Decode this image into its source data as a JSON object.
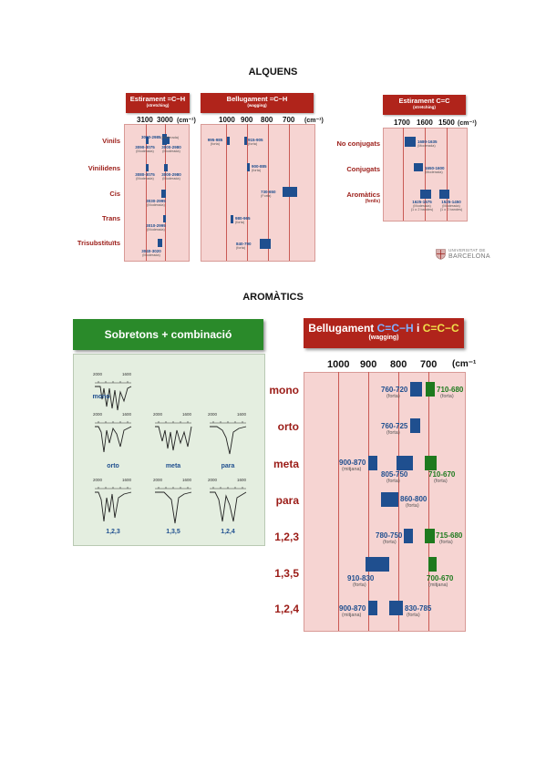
{
  "alquens": {
    "title": "ALQUENS",
    "panel1": {
      "header": "Estirament =C−H",
      "sub": "(stretching)",
      "ticks": [
        "3100",
        "3000",
        "(cm⁻¹)"
      ]
    },
    "panel2": {
      "header": "Bellugament =C−H",
      "sub": "(wagging)",
      "ticks": [
        "1000",
        "900",
        "800",
        "700",
        "(cm⁻¹)"
      ]
    },
    "panel3": {
      "header": "Estirament C=C",
      "sub": "(stretching)",
      "ticks": [
        "1700",
        "1600",
        "1500",
        "(cm⁻¹)"
      ]
    },
    "rows": [
      "Vinils",
      "Vinilidens",
      "Cis",
      "Trans",
      "Trisubstituïts"
    ],
    "cc_rows": [
      "No conjugats",
      "Conjugats",
      "Aromàtics",
      "(fenils)"
    ],
    "stretch": [
      {
        "v": "3020-2985",
        "s": "(Moderada)"
      },
      {
        "v": "3090-3075",
        "s": "(Moderada)"
      },
      {
        "v": "3000-2980",
        "s": "(Moderada)"
      },
      {
        "v": "3080-3075",
        "s": "(Moderada)"
      },
      {
        "v": "3000-2980",
        "s": "(Moderada)"
      },
      {
        "v": "3030-2995",
        "s": "(Moderada)"
      },
      {
        "v": "3010-2995",
        "s": "(Moderada)"
      },
      {
        "v": "3040-3020",
        "s": "(Moderada)"
      }
    ],
    "wag": [
      {
        "v": "995-985",
        "s": "(forta)"
      },
      {
        "v": "915-905",
        "s": "(forta)"
      },
      {
        "v": "900-885",
        "s": "(forta)"
      },
      {
        "v": "730-650",
        "s": "(Forta)"
      },
      {
        "v": "980-965",
        "s": "(forta)"
      },
      {
        "v": "840-790",
        "s": "(forta)"
      }
    ],
    "cc": [
      {
        "v": "1680-1635",
        "s": "(Moderada)"
      },
      {
        "v": "1650-1600",
        "s": "(Moderada)"
      },
      {
        "v": "1625-1575",
        "s": "(Moderada)"
      },
      {
        "v": "(1 o 2 bandes)",
        "s": ""
      },
      {
        "v": "1525-1450",
        "s": "(Moderada)"
      },
      {
        "v": "(1 o 2 bandes)",
        "s": ""
      }
    ],
    "logo": {
      "line1": "UNIVERSITAT DE",
      "line2": "BARCELONA"
    }
  },
  "aromatics": {
    "title": "AROMÀTICS",
    "sobretons": {
      "header": "Sobretons + combinació",
      "axis_left": "2000",
      "axis_right": "1600",
      "labels": [
        "mono",
        "orto",
        "meta",
        "para",
        "1,2,3",
        "1,3,5",
        "1,2,4"
      ]
    },
    "bellugament": {
      "h_word": "Bellugament",
      "h_cch": "C=C−H",
      "h_i": "i",
      "h_ccc": "C=C−C",
      "sub": "(wagging)",
      "ticks": [
        "1000",
        "900",
        "800",
        "700",
        "(cm⁻¹"
      ],
      "rows": [
        "mono",
        "orto",
        "meta",
        "para",
        "1,2,3",
        "1,3,5",
        "1,2,4"
      ],
      "labels": [
        {
          "v": "760-720",
          "s": "(forta)"
        },
        {
          "v": "710-680",
          "s": "(forta)"
        },
        {
          "v": "760-725",
          "s": "(forta)"
        },
        {
          "v": "900-870",
          "s": "(mitjana)"
        },
        {
          "v": "805-750",
          "s": "(forta)"
        },
        {
          "v": "710-670",
          "s": "(forta)"
        },
        {
          "v": "860-800",
          "s": "(forta)"
        },
        {
          "v": "780-750",
          "s": "(forta)"
        },
        {
          "v": "715-680",
          "s": "(forta)"
        },
        {
          "v": "910-830",
          "s": "(forta)"
        },
        {
          "v": "700-670",
          "s": "(mitjana)"
        },
        {
          "v": "900-870",
          "s": "(mitjana)"
        },
        {
          "v": "830-785",
          "s": "(forta)"
        }
      ]
    }
  }
}
